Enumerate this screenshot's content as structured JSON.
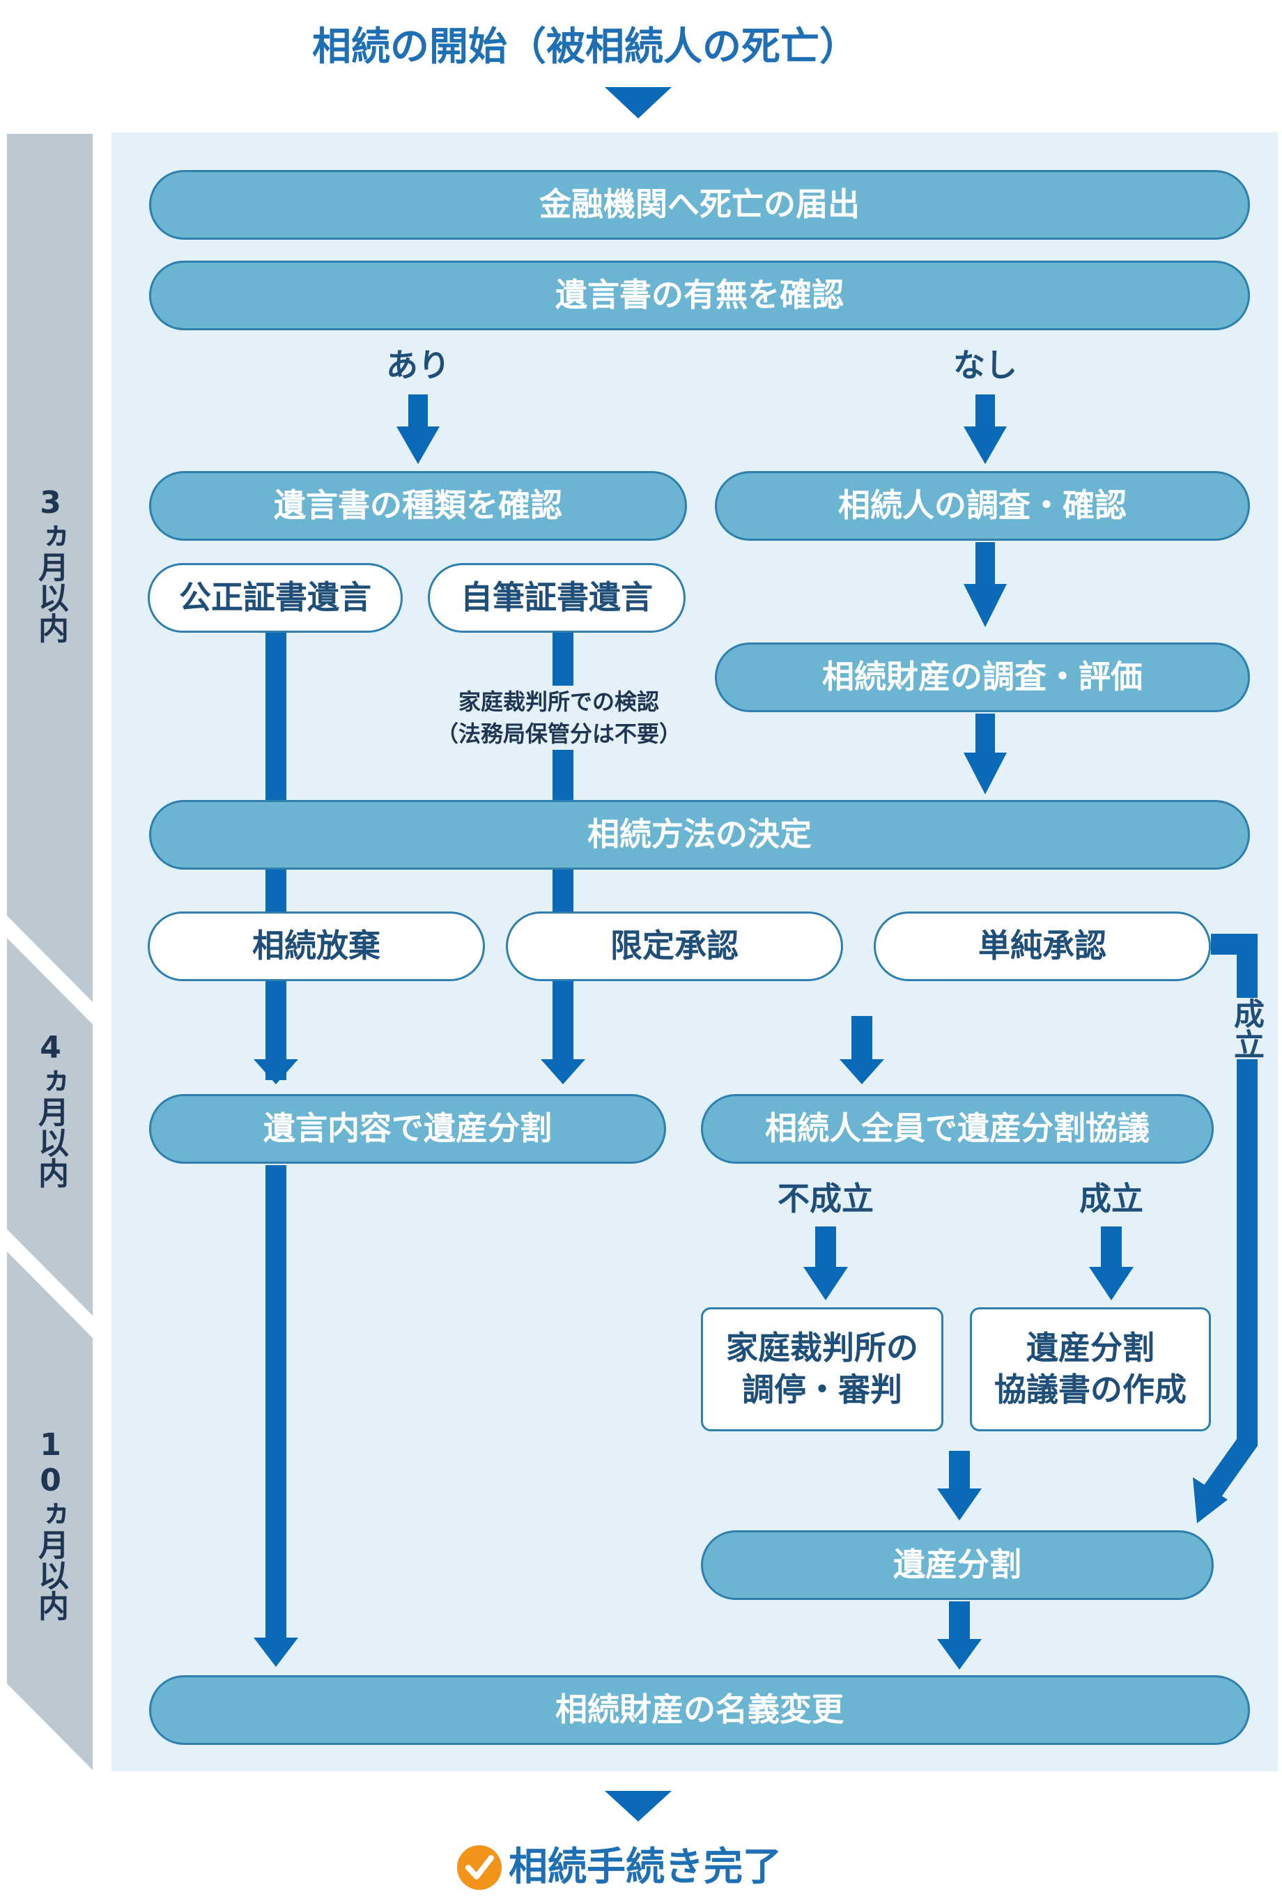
{
  "title": "相続の開始（被相続人の死亡）",
  "footer": "相続手続き完了",
  "periods": [
    "3ヵ月以内",
    "4ヵ月以内",
    "10ヵ月以内"
  ],
  "steps": {
    "notify_bank": "金融機関へ死亡の届出",
    "check_will": "遺言書の有無を確認",
    "check_will_type": "遺言書の種類を確認",
    "investigate_heirs": "相続人の調査・確認",
    "notarial_will": "公正証書遺言",
    "holographic_will": "自筆証書遺言",
    "investigate_assets": "相続財産の調査・評価",
    "decide_method": "相続方法の決定",
    "renunciation": "相続放棄",
    "qualified_acceptance": "限定承認",
    "simple_acceptance": "単純承認",
    "divide_by_will": "遺言内容で遺産分割",
    "negotiate": "相続人全員で遺産分割協議",
    "court_line1": "家庭裁判所の",
    "court_line2": "調停・審判",
    "agreement_line1": "遺産分割",
    "agreement_line2": "協議書の作成",
    "division": "遺産分割",
    "name_change": "相続財産の名義変更"
  },
  "labels": {
    "yes": "あり",
    "no": "なし",
    "probate_line1": "家庭裁判所での検認",
    "probate_line2": "（法務局保管分は不要）",
    "established": "成立",
    "not_established": "不成立",
    "established_side": "成立"
  },
  "colors": {
    "pill_fill": "#6bb5d3",
    "pill_border": "#2f7fae",
    "arrow": "#0a6ab8",
    "panel": "#e4f1f8",
    "timeline": "#bcc9d3",
    "title_text": "#1f6fb5",
    "check_icon": "#f29419"
  }
}
